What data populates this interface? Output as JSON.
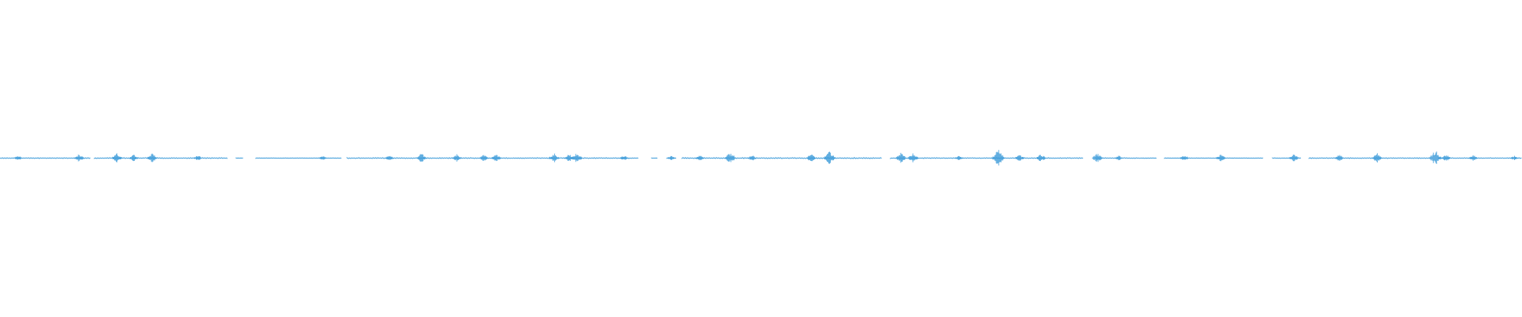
{
  "waveform": {
    "color": "#3a9ad9",
    "background": "#ffffff",
    "segments": [
      {
        "start": 0.0,
        "end": 0.06,
        "amp": 0.12
      },
      {
        "start": 0.062,
        "end": 0.15,
        "amp": 0.14
      },
      {
        "start": 0.155,
        "end": 0.16,
        "amp": 0.04
      },
      {
        "start": 0.168,
        "end": 0.225,
        "amp": 0.06
      },
      {
        "start": 0.228,
        "end": 0.42,
        "amp": 0.13
      },
      {
        "start": 0.428,
        "end": 0.432,
        "amp": 0.04
      },
      {
        "start": 0.438,
        "end": 0.445,
        "amp": 0.05
      },
      {
        "start": 0.448,
        "end": 0.58,
        "amp": 0.16
      },
      {
        "start": 0.585,
        "end": 0.712,
        "amp": 0.12
      },
      {
        "start": 0.72,
        "end": 0.76,
        "amp": 0.1
      },
      {
        "start": 0.765,
        "end": 0.83,
        "amp": 0.06
      },
      {
        "start": 0.836,
        "end": 0.855,
        "amp": 0.08
      },
      {
        "start": 0.86,
        "end": 0.94,
        "amp": 0.12
      },
      {
        "start": 0.945,
        "end": 1.0,
        "amp": 0.1
      }
    ],
    "peaks": [
      {
        "pos": 0.012,
        "amp": 0.3
      },
      {
        "pos": 0.052,
        "amp": 0.45
      },
      {
        "pos": 0.077,
        "amp": 0.55
      },
      {
        "pos": 0.088,
        "amp": 0.4
      },
      {
        "pos": 0.1,
        "amp": 0.5
      },
      {
        "pos": 0.13,
        "amp": 0.3
      },
      {
        "pos": 0.212,
        "amp": 0.25
      },
      {
        "pos": 0.256,
        "amp": 0.35
      },
      {
        "pos": 0.277,
        "amp": 0.5
      },
      {
        "pos": 0.3,
        "amp": 0.45
      },
      {
        "pos": 0.318,
        "amp": 0.4
      },
      {
        "pos": 0.326,
        "amp": 0.45
      },
      {
        "pos": 0.364,
        "amp": 0.55
      },
      {
        "pos": 0.374,
        "amp": 0.45
      },
      {
        "pos": 0.379,
        "amp": 0.6
      },
      {
        "pos": 0.41,
        "amp": 0.3
      },
      {
        "pos": 0.441,
        "amp": 0.25
      },
      {
        "pos": 0.46,
        "amp": 0.3
      },
      {
        "pos": 0.48,
        "amp": 0.65
      },
      {
        "pos": 0.494,
        "amp": 0.35
      },
      {
        "pos": 0.533,
        "amp": 0.45
      },
      {
        "pos": 0.545,
        "amp": 0.75
      },
      {
        "pos": 0.592,
        "amp": 0.6
      },
      {
        "pos": 0.6,
        "amp": 0.55
      },
      {
        "pos": 0.63,
        "amp": 0.3
      },
      {
        "pos": 0.656,
        "amp": 0.9
      },
      {
        "pos": 0.67,
        "amp": 0.4
      },
      {
        "pos": 0.684,
        "amp": 0.45
      },
      {
        "pos": 0.721,
        "amp": 0.55
      },
      {
        "pos": 0.735,
        "amp": 0.3
      },
      {
        "pos": 0.778,
        "amp": 0.35
      },
      {
        "pos": 0.802,
        "amp": 0.45
      },
      {
        "pos": 0.85,
        "amp": 0.45
      },
      {
        "pos": 0.88,
        "amp": 0.4
      },
      {
        "pos": 0.905,
        "amp": 0.55
      },
      {
        "pos": 0.943,
        "amp": 0.85
      },
      {
        "pos": 0.95,
        "amp": 0.4
      },
      {
        "pos": 0.968,
        "amp": 0.35
      },
      {
        "pos": 0.995,
        "amp": 0.25
      }
    ]
  }
}
